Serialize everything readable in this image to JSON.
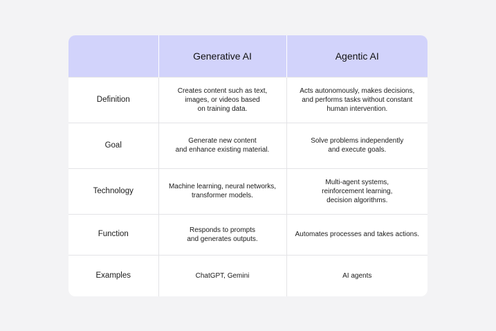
{
  "table": {
    "headers": [
      "",
      "Generative AI",
      "Agentic AI"
    ],
    "rows": [
      {
        "label": "Definition",
        "generative": "Creates content such as text,\nimages, or videos based\non training data.",
        "agentic": "Acts autonomously, makes decisions,\nand performs tasks without constant\nhuman intervention."
      },
      {
        "label": "Goal",
        "generative": "Generate new content\nand enhance existing material.",
        "agentic": "Solve problems independently\nand execute goals."
      },
      {
        "label": "Technology",
        "generative": "Machine learning, neural networks,\ntransformer models.",
        "agentic": "Multi-agent systems,\nreinforcement learning,\ndecision algorithms."
      },
      {
        "label": "Function",
        "generative": "Responds to prompts\nand generates outputs.",
        "agentic": "Automates processes and takes actions."
      },
      {
        "label": "Examples",
        "generative": "ChatGPT, Gemini",
        "agentic": "AI agents"
      }
    ]
  },
  "colors": {
    "background": "#f3f3f5",
    "header_fill": "#d2d3fb",
    "card": "#ffffff",
    "grid": "#e3e3e6"
  }
}
